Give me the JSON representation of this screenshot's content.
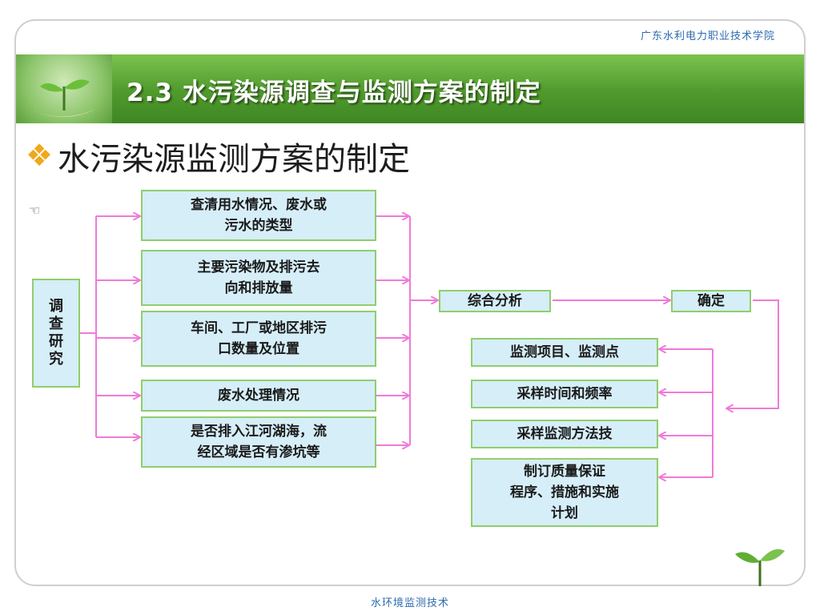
{
  "header": {
    "school_name": "广东水利电力职业技术学院",
    "title": "2.3 水污染源调查与监测方案的制定"
  },
  "subtitle": "水污染源监测方案的制定",
  "diagram": {
    "root": "调\n查\n研\n究",
    "inputs": [
      "查清用水情况、废水或\n污水的类型",
      "主要污染物及排污去\n向和排放量",
      "车间、工厂或地区排污\n口数量及位置",
      "废水处理情况",
      "是否排入江河湖海，流\n经区域是否有渗坑等"
    ],
    "analysis": "综合分析",
    "determine": "确定",
    "outputs": [
      "监测项目、监测点",
      "采样时间和频率",
      "采样监测方法技",
      "制订质量保证\n程序、措施和实施\n计划"
    ]
  },
  "footer": {
    "course": "水环境监测技术"
  },
  "colors": {
    "banner_green": "#4f9a2d",
    "box_fill": "#d6eef8",
    "box_border": "#8fce6d",
    "connector": "#f07ad8",
    "link_blue": "#2d6bb0"
  }
}
